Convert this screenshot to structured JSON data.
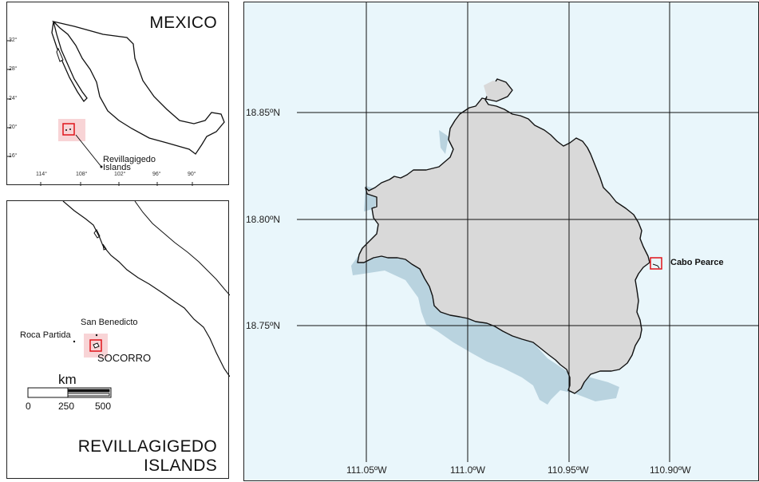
{
  "mexico_inset": {
    "title": "MEXICO",
    "lat_ticks": [
      "32°",
      "28°",
      "24°",
      "20°",
      "16°"
    ],
    "lon_ticks": [
      "114°",
      "108°",
      "102°",
      "96°",
      "90°"
    ],
    "callout_label": "Revillagigedo Islands"
  },
  "islands_inset": {
    "title_line1": "REVILLAGIGEDO",
    "title_line2": "ISLANDS",
    "island_labels": {
      "san_benedicto": "San Benedicto",
      "roca_partida": "Roca Partida",
      "socorro": "SOCORRO"
    },
    "scale_bar": {
      "unit": "km",
      "ticks": [
        "0",
        "250",
        "500"
      ]
    }
  },
  "main_map": {
    "lat_labels": [
      "18.85ºN",
      "18.80ºN",
      "18.75ºN"
    ],
    "lon_labels": [
      "111.05ºW",
      "111.0ºW",
      "110.95ºW",
      "110.90ºW"
    ],
    "site_label": "Cabo Pearce"
  },
  "colors": {
    "ocean": "#e9f6fb",
    "land": "#d9d9d9",
    "shallow": "#b9d3df",
    "highlight": "#e0141a",
    "highlight_fill": "#f6c9cc"
  }
}
